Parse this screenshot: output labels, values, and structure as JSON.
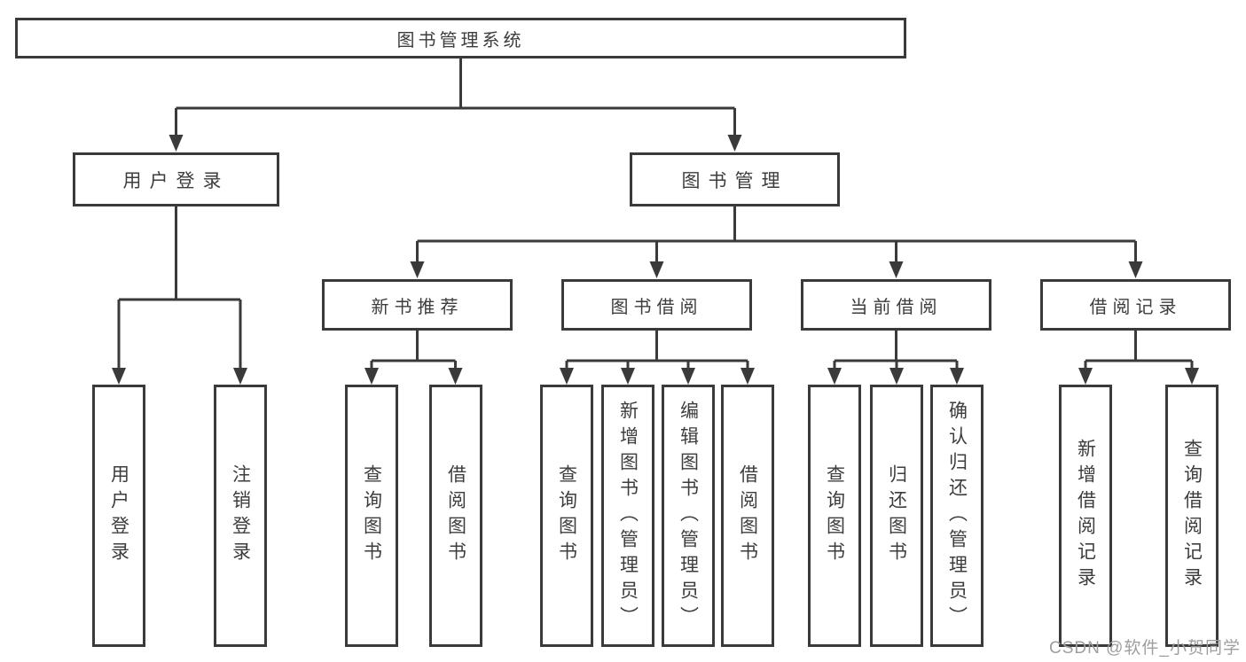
{
  "watermark": "CSDN @软件_小贺同学",
  "colors": {
    "line": "#3a3a3a",
    "text": "#3d3d3d",
    "background": "#ffffff",
    "watermark": "#9e9e9e"
  },
  "tree": {
    "root": {
      "label": "图书管理系统"
    },
    "level2": [
      {
        "label": "用户登录",
        "children": [
          {
            "label": "用户登录"
          },
          {
            "label": "注销登录"
          }
        ]
      },
      {
        "label": "图书管理",
        "children": [
          {
            "label": "新书推荐",
            "children": [
              {
                "label": "查询图书"
              },
              {
                "label": "借阅图书"
              }
            ]
          },
          {
            "label": "图书借阅",
            "children": [
              {
                "label": "查询图书"
              },
              {
                "label": "新增图书（管理员）"
              },
              {
                "label": "编辑图书（管理员）"
              },
              {
                "label": "借阅图书"
              }
            ]
          },
          {
            "label": "当前借阅",
            "children": [
              {
                "label": "查询图书"
              },
              {
                "label": "归还图书"
              },
              {
                "label": "确认归还（管理员）"
              }
            ]
          },
          {
            "label": "借阅记录",
            "children": [
              {
                "label": "新增借阅记录"
              },
              {
                "label": "查询借阅记录"
              }
            ]
          }
        ]
      }
    ]
  }
}
